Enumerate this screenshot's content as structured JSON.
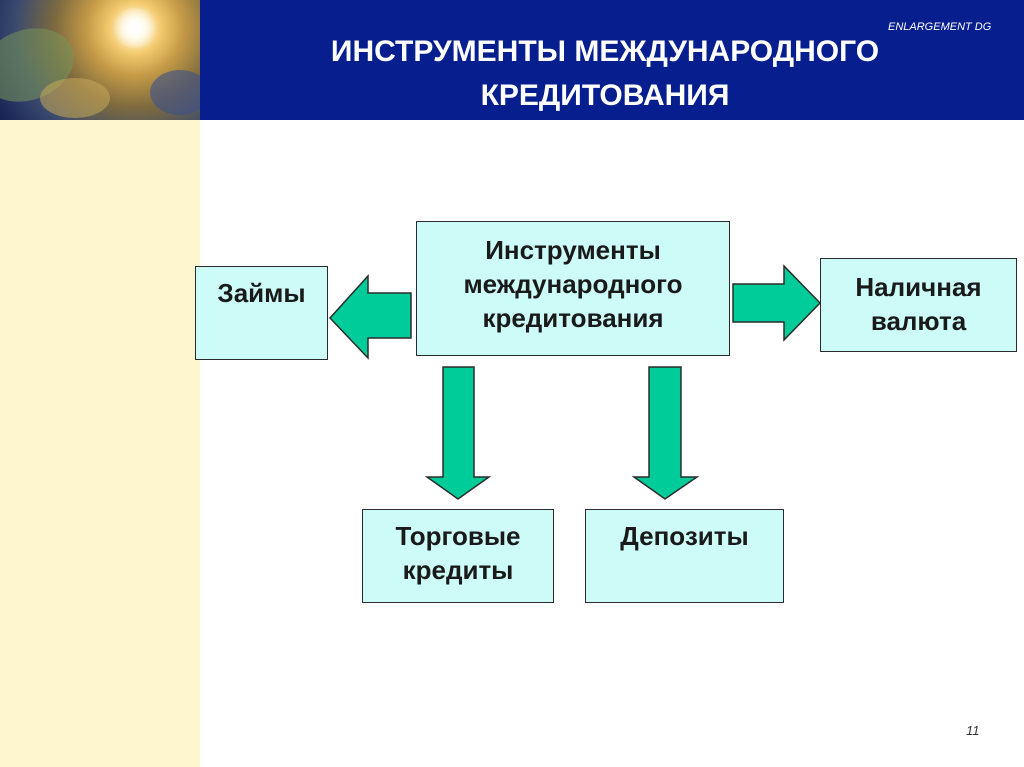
{
  "header": {
    "brand": "ENLARGEMENT DG",
    "title_line1": "ИНСТРУМЕНТЫ МЕЖДУНАРОДНОГО",
    "title_line2": "КРЕДИТОВАНИЯ"
  },
  "diagram": {
    "center": {
      "line1": "Инструменты",
      "line2": "международного",
      "line3": "кредитования"
    },
    "loans": {
      "line1": "Займы"
    },
    "cash": {
      "line1": "Наличная",
      "line2": "валюта"
    },
    "trade": {
      "line1": "Торговые",
      "line2": "кредиты"
    },
    "deposits": {
      "line1": "Депозиты"
    }
  },
  "colors": {
    "header_bg": "#061e8e",
    "side_panel": "#fdf6cf",
    "box_fill": "#ccfbf8",
    "arrow_fill": "#00cc99"
  },
  "footer": {
    "page_number": "11"
  }
}
